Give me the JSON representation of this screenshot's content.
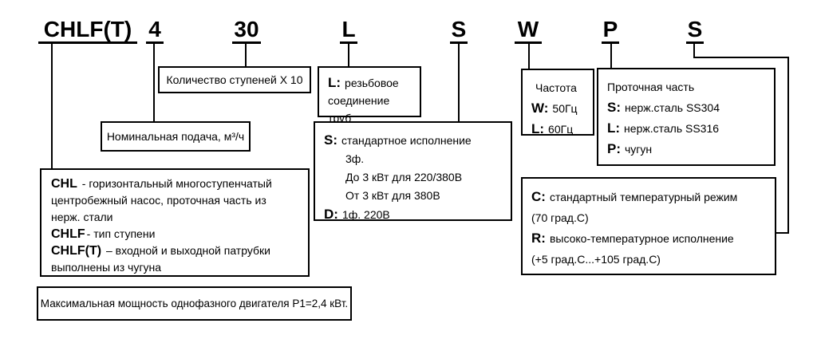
{
  "model_code": {
    "parts": [
      "CHLF(T)",
      "4",
      "30",
      "L",
      "S",
      "W",
      "P",
      "S"
    ]
  },
  "boxes": {
    "stages": {
      "text": "Количество ступеней Х 10"
    },
    "pipe_connection": {
      "bold": "L:",
      "text": "резьбовое соединение труб"
    },
    "frequency": {
      "title": "Частота",
      "lines": [
        {
          "bold": "W:",
          "text": "50Гц"
        },
        {
          "bold": "L:",
          "text": "60Гц"
        }
      ]
    },
    "flow_part": {
      "title": "Проточная часть",
      "lines": [
        {
          "bold": "S:",
          "text": "нерж.сталь SS304"
        },
        {
          "bold": "L:",
          "text": "нерж.сталь SS316"
        },
        {
          "bold": "P:",
          "text": "чугун"
        }
      ]
    },
    "nominal_flow": {
      "text": "Номинальная подача, м³/ч"
    },
    "electrical": {
      "lines": [
        {
          "bold": "S:",
          "text": "стандартное исполнение"
        },
        {
          "text": "3ф."
        },
        {
          "text": "До 3 кВт для 220/380В"
        },
        {
          "text": "От 3 кВт для 380В"
        },
        {
          "bold": "D:",
          "text": "1ф. 220В"
        }
      ]
    },
    "series": {
      "paragraphs": [
        {
          "bold": "CHL",
          "text": " - горизонтальный многоступенчатый центробежный насос, проточная часть из нерж. стали"
        },
        {
          "bold": "CHLF",
          "text": "- тип ступени"
        },
        {
          "bold": "CHLF(T)",
          "text": " – входной и выходной патрубки выполнены из чугуна"
        }
      ]
    },
    "temperature": {
      "lines": [
        {
          "bold": "C:",
          "text": "стандартный температурный режим"
        },
        {
          "text": "(70 град.С)"
        },
        {
          "bold": "R:",
          "text": "высоко-температурное исполнение"
        },
        {
          "text": "(+5 град.С...+105 град.С)"
        }
      ]
    },
    "max_power": {
      "text": "Максимальная мощность однофазного двигателя P1=2,4 кВт."
    }
  },
  "colors": {
    "line": "#000000",
    "background": "#ffffff"
  }
}
